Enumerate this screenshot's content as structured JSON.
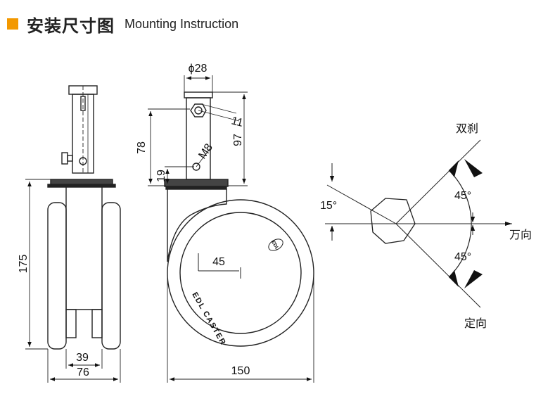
{
  "header": {
    "title_cn": "安装尺寸图",
    "title_en": "Mounting Instruction",
    "accent_color": "#f39800"
  },
  "dimensions": {
    "side_height": "175",
    "inner_width": "39",
    "outer_width": "76",
    "stem_diameter": "ϕ28",
    "hex_size": "11",
    "stem_height_a": "78",
    "stem_height_b": "97",
    "thread": "M8",
    "hole_height": "19",
    "offset": "45",
    "wheel_diameter": "150"
  },
  "wheel": {
    "brand_text": "EDL CASTER",
    "logo_text": "EDL"
  },
  "brake_diagram": {
    "label_brake": "双刹",
    "label_swivel": "万向",
    "label_fixed": "定向",
    "angle_small": "15°",
    "angle_top": "45°",
    "angle_bottom": "45°"
  }
}
